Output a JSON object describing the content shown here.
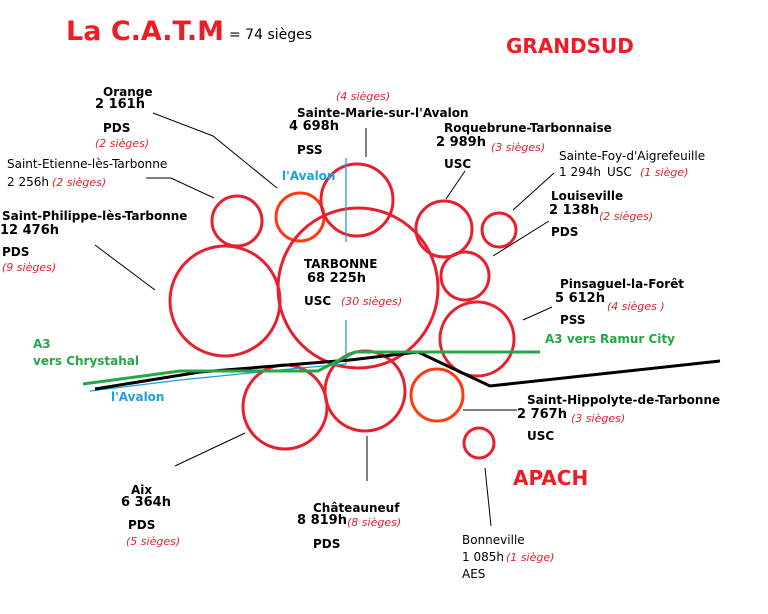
{
  "title": "La C.A.T.M",
  "subtitle": "= 74 sièges",
  "regions": {
    "north": "GRANDSUD",
    "south": "APACH"
  },
  "colors": {
    "circle": "#e8202e",
    "circle_alt": "#ff3a10",
    "road": "#000000",
    "motorway": "#22a844",
    "river": "#1ca0de",
    "title": "#ee1c24"
  },
  "roads": {
    "a3_west": {
      "line1": "A3",
      "line2": "vers Chrystahal"
    },
    "a3_east": "A3 vers Ramur City",
    "river_north": "l'Avalon",
    "river_south": "l'Avalon"
  },
  "communes": [
    {
      "id": "orange",
      "name": "Orange",
      "population": "2 161h",
      "party": "PDS",
      "seats": "(2 sièges)"
    },
    {
      "id": "saint-etienne",
      "name": "Saint-Etienne-lès-Tarbonne",
      "population": "2 256h",
      "party": "",
      "seats": "(2 sièges)"
    },
    {
      "id": "saint-philippe",
      "name": "Saint-Philippe-lès-Tarbonne",
      "population": "12 476h",
      "party": "PDS",
      "seats": "(9 sièges)"
    },
    {
      "id": "sainte-marie",
      "name": "Sainte-Marie-sur-l'Avalon",
      "population": "4 698h",
      "party": "PSS",
      "seats": "(4 sièges)"
    },
    {
      "id": "roquebrune",
      "name": "Roquebrune-Tarbonnaise",
      "population": "2 989h",
      "party": "USC",
      "seats": "(3 sièges)"
    },
    {
      "id": "sainte-foy",
      "name": "Sainte-Foy-d'Aigrefeuille",
      "population": "1 294h",
      "party": "USC",
      "seats": "(1 siège)"
    },
    {
      "id": "louiseville",
      "name": "Louiseville",
      "population": "2 138h",
      "party": "PDS",
      "seats": "(2 sièges)"
    },
    {
      "id": "tarbonne",
      "name": "TARBONNE",
      "population": "68 225h",
      "party": "USC",
      "seats": "(30 sièges)"
    },
    {
      "id": "pinsaguel",
      "name": "Pinsaguel-la-Forêt",
      "population": "5 612h",
      "party": "PSS",
      "seats": "(4 sièges )"
    },
    {
      "id": "saint-hippolyte",
      "name": "Saint-Hippolyte-de-Tarbonne",
      "population": "2 767h",
      "party": "USC",
      "seats": "(3 sièges)"
    },
    {
      "id": "aix",
      "name": "Aix",
      "population": "6 364h",
      "party": "PDS",
      "seats": "(5 sièges)"
    },
    {
      "id": "chateauneuf",
      "name": "Châteauneuf",
      "population": "8 819h",
      "party": "PDS",
      "seats": "(8 sièges)"
    },
    {
      "id": "bonneville",
      "name": "Bonneville",
      "population": "1 085h",
      "party": "AES",
      "seats": "(1 siège)"
    }
  ]
}
